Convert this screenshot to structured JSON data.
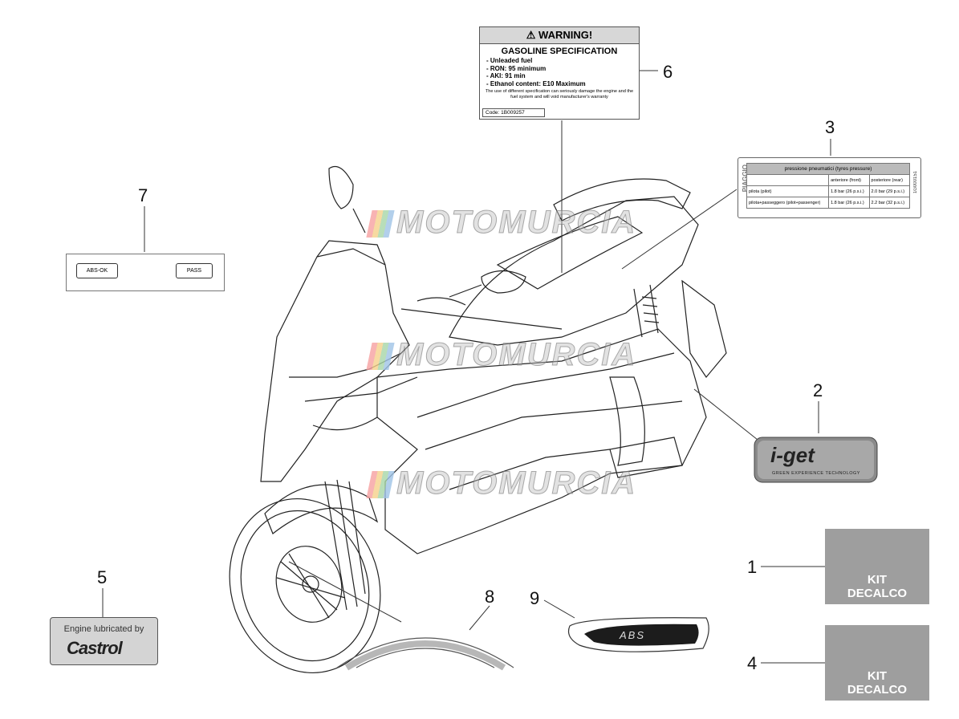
{
  "callouts": {
    "n1": "1",
    "n2": "2",
    "n3": "3",
    "n4": "4",
    "n5": "5",
    "n6": "6",
    "n7": "7",
    "n8": "8",
    "n9": "9"
  },
  "warning_label": {
    "header": "WARNING!",
    "title": "GASOLINE SPECIFICATION",
    "items": [
      "- Unleaded fuel",
      "- RON: 95 minimum",
      "- AKI: 91 min",
      "- Ethanol content: E10 Maximum"
    ],
    "fine_print": "The use of different specification can seriously damage the engine and the fuel system and will void manufacturer's warranty",
    "code": "Code: 1B009257"
  },
  "tyre_label": {
    "brand": "PIAGGIO",
    "code": "1G000151",
    "header": "pressione pneumatici (tyres pressure)",
    "col_front": "anteriore (front)",
    "col_rear": "posteriore (rear)",
    "row1_label": "pilota (pilot)",
    "row1_front": "1.8 bar (26 p.s.i.)",
    "row1_rear": "2.0 bar (29 p.s.i.)",
    "row2_label": "pilota+passeggero (pilot+passenger)",
    "row2_front": "1.8 bar (26 p.s.i.)",
    "row2_rear": "2.2 bar (32 p.s.i.)"
  },
  "abs_label": {
    "left": "ABS-OK",
    "right": "PASS"
  },
  "castrol_label": {
    "line1": "Engine lubricated by",
    "line2": "Castrol"
  },
  "iget_label": {
    "logo": "i-get",
    "tagline": "GREEN EXPERIENCE TECHNOLOGY"
  },
  "abs_decal": {
    "text": "ABS"
  },
  "kit_labels": [
    {
      "line1": "KIT",
      "line2": "DECALCO"
    },
    {
      "line1": "KIT",
      "line2": "DECALCO"
    }
  ],
  "watermark": "MOTOMURCIA"
}
